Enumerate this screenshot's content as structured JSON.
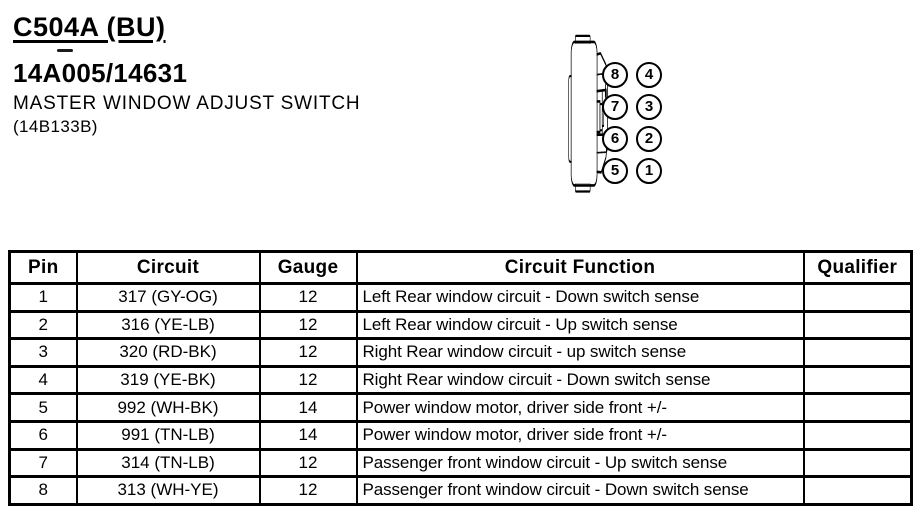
{
  "header": {
    "connector_id": "C504A (BU)",
    "part_number": "14A005/14631",
    "component_name": "MASTER WINDOW ADJUST SWITCH",
    "component_code": "(14B133B)"
  },
  "connector": {
    "pins": [
      "8",
      "4",
      "7",
      "3",
      "6",
      "2",
      "5",
      "1"
    ]
  },
  "table": {
    "headers": [
      "Pin",
      "Circuit",
      "Gauge",
      "Circuit Function",
      "Qualifier"
    ],
    "rows": [
      {
        "pin": "1",
        "circuit": "317 (GY-OG)",
        "gauge": "12",
        "function": "Left Rear window circuit - Down switch sense",
        "qualifier": ""
      },
      {
        "pin": "2",
        "circuit": "316 (YE-LB)",
        "gauge": "12",
        "function": "Left Rear window circuit - Up switch sense",
        "qualifier": ""
      },
      {
        "pin": "3",
        "circuit": "320 (RD-BK)",
        "gauge": "12",
        "function": "Right Rear window circuit - up switch sense",
        "qualifier": ""
      },
      {
        "pin": "4",
        "circuit": "319 (YE-BK)",
        "gauge": "12",
        "function": "Right Rear window circuit - Down switch sense",
        "qualifier": ""
      },
      {
        "pin": "5",
        "circuit": "992 (WH-BK)",
        "gauge": "14",
        "function": "Power window motor, driver side front +/-",
        "qualifier": ""
      },
      {
        "pin": "6",
        "circuit": "991 (TN-LB)",
        "gauge": "14",
        "function": "Power window motor, driver side front +/-",
        "qualifier": ""
      },
      {
        "pin": "7",
        "circuit": "314 (TN-LB)",
        "gauge": "12",
        "function": "Passenger front window circuit - Up switch sense",
        "qualifier": ""
      },
      {
        "pin": "8",
        "circuit": "313 (WH-YE)",
        "gauge": "12",
        "function": "Passenger front window circuit - Down switch sense",
        "qualifier": ""
      }
    ]
  }
}
